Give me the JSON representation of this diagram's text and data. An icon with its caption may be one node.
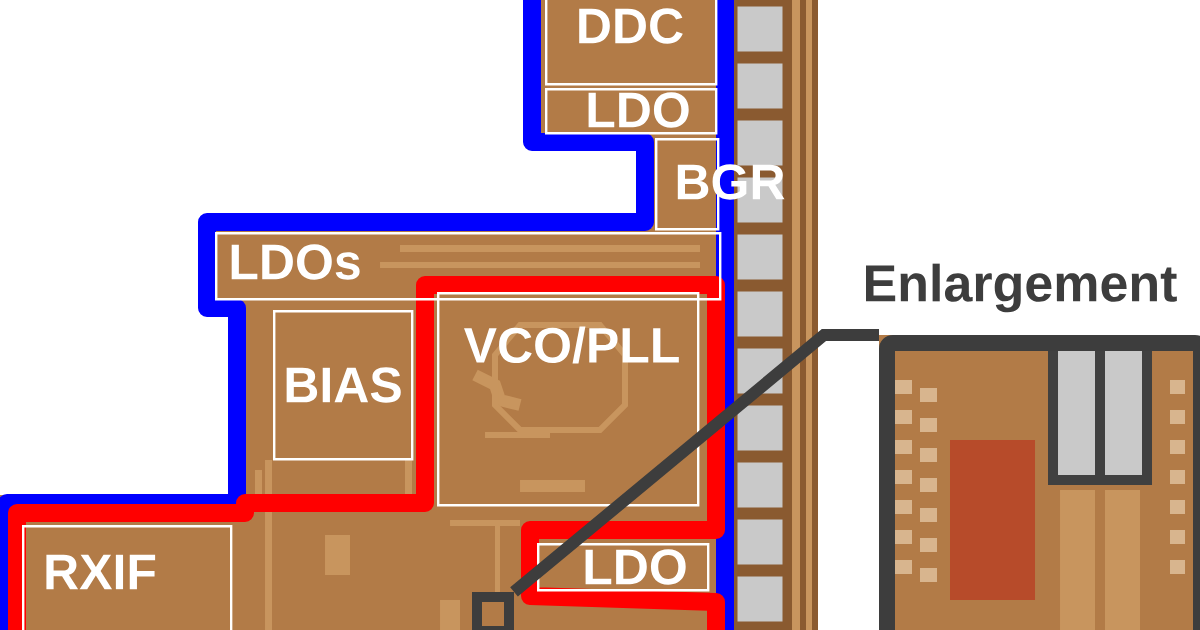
{
  "diagram": {
    "nodes": [
      {
        "text": [
          "DDC"
        ]
      },
      {
        "text": [
          "LDO"
        ]
      },
      {
        "text": [
          "BGR"
        ]
      },
      {
        "text": [
          "LDOs"
        ]
      },
      {
        "text": [
          "BIAS"
        ]
      },
      {
        "text": [
          "VCO/PLL"
        ]
      },
      {
        "text": [
          "RXIF"
        ]
      },
      {
        "text": [
          "LDO"
        ]
      },
      {
        "text": [],
        "shape": "box"
      },
      {
        "text": [
          "Enlargement"
        ]
      }
    ],
    "edges": [
      {
        "from": 8,
        "to": 9,
        "arrow": "none"
      }
    ]
  }
}
